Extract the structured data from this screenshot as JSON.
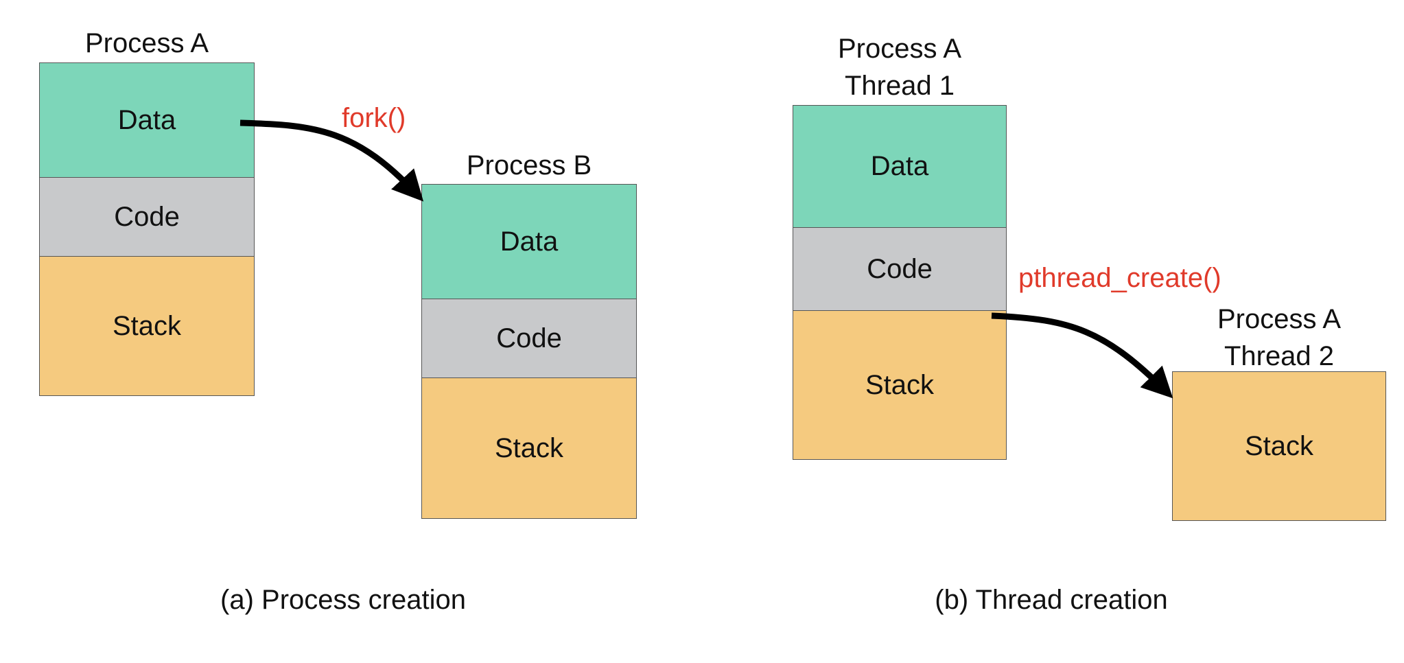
{
  "colors": {
    "data_segment": "#7dd6b9",
    "code_segment": "#c8c9cb",
    "stack_segment": "#f5ca7f",
    "call_text": "#e03a2a",
    "arrow": "#000000"
  },
  "process_creation": {
    "parent": {
      "title": "Process A",
      "segments": [
        "Data",
        "Code",
        "Stack"
      ]
    },
    "call": "fork()",
    "child": {
      "title": "Process B",
      "segments": [
        "Data",
        "Code",
        "Stack"
      ]
    },
    "caption": "(a) Process creation"
  },
  "thread_creation": {
    "parent": {
      "title_line1": "Process A",
      "title_line2": "Thread 1",
      "segments": [
        "Data",
        "Code",
        "Stack"
      ]
    },
    "call": "pthread_create()",
    "child": {
      "title_line1": "Process A",
      "title_line2": "Thread 2",
      "segments": [
        "Stack"
      ]
    },
    "caption": "(b) Thread creation"
  }
}
